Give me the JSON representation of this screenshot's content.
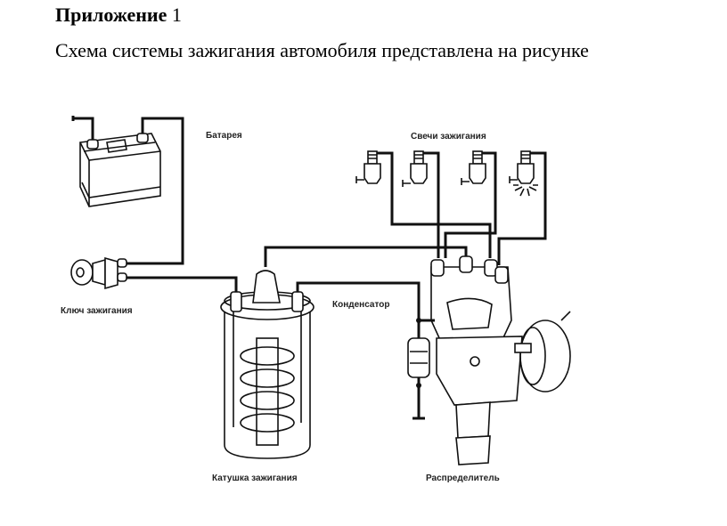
{
  "document": {
    "heading_bold": "Приложение",
    "heading_number": "1",
    "subtitle": "Схема системы зажигания автомобиля представлена на рисунке"
  },
  "diagram": {
    "labels": {
      "battery": "Батарея",
      "spark_plugs": "Свечи зажигания",
      "ignition_key": "Ключ зажигания",
      "condenser": "Конденсатор",
      "ignition_coil": "Катушка зажигания",
      "distributor": "Распределитель"
    }
  }
}
